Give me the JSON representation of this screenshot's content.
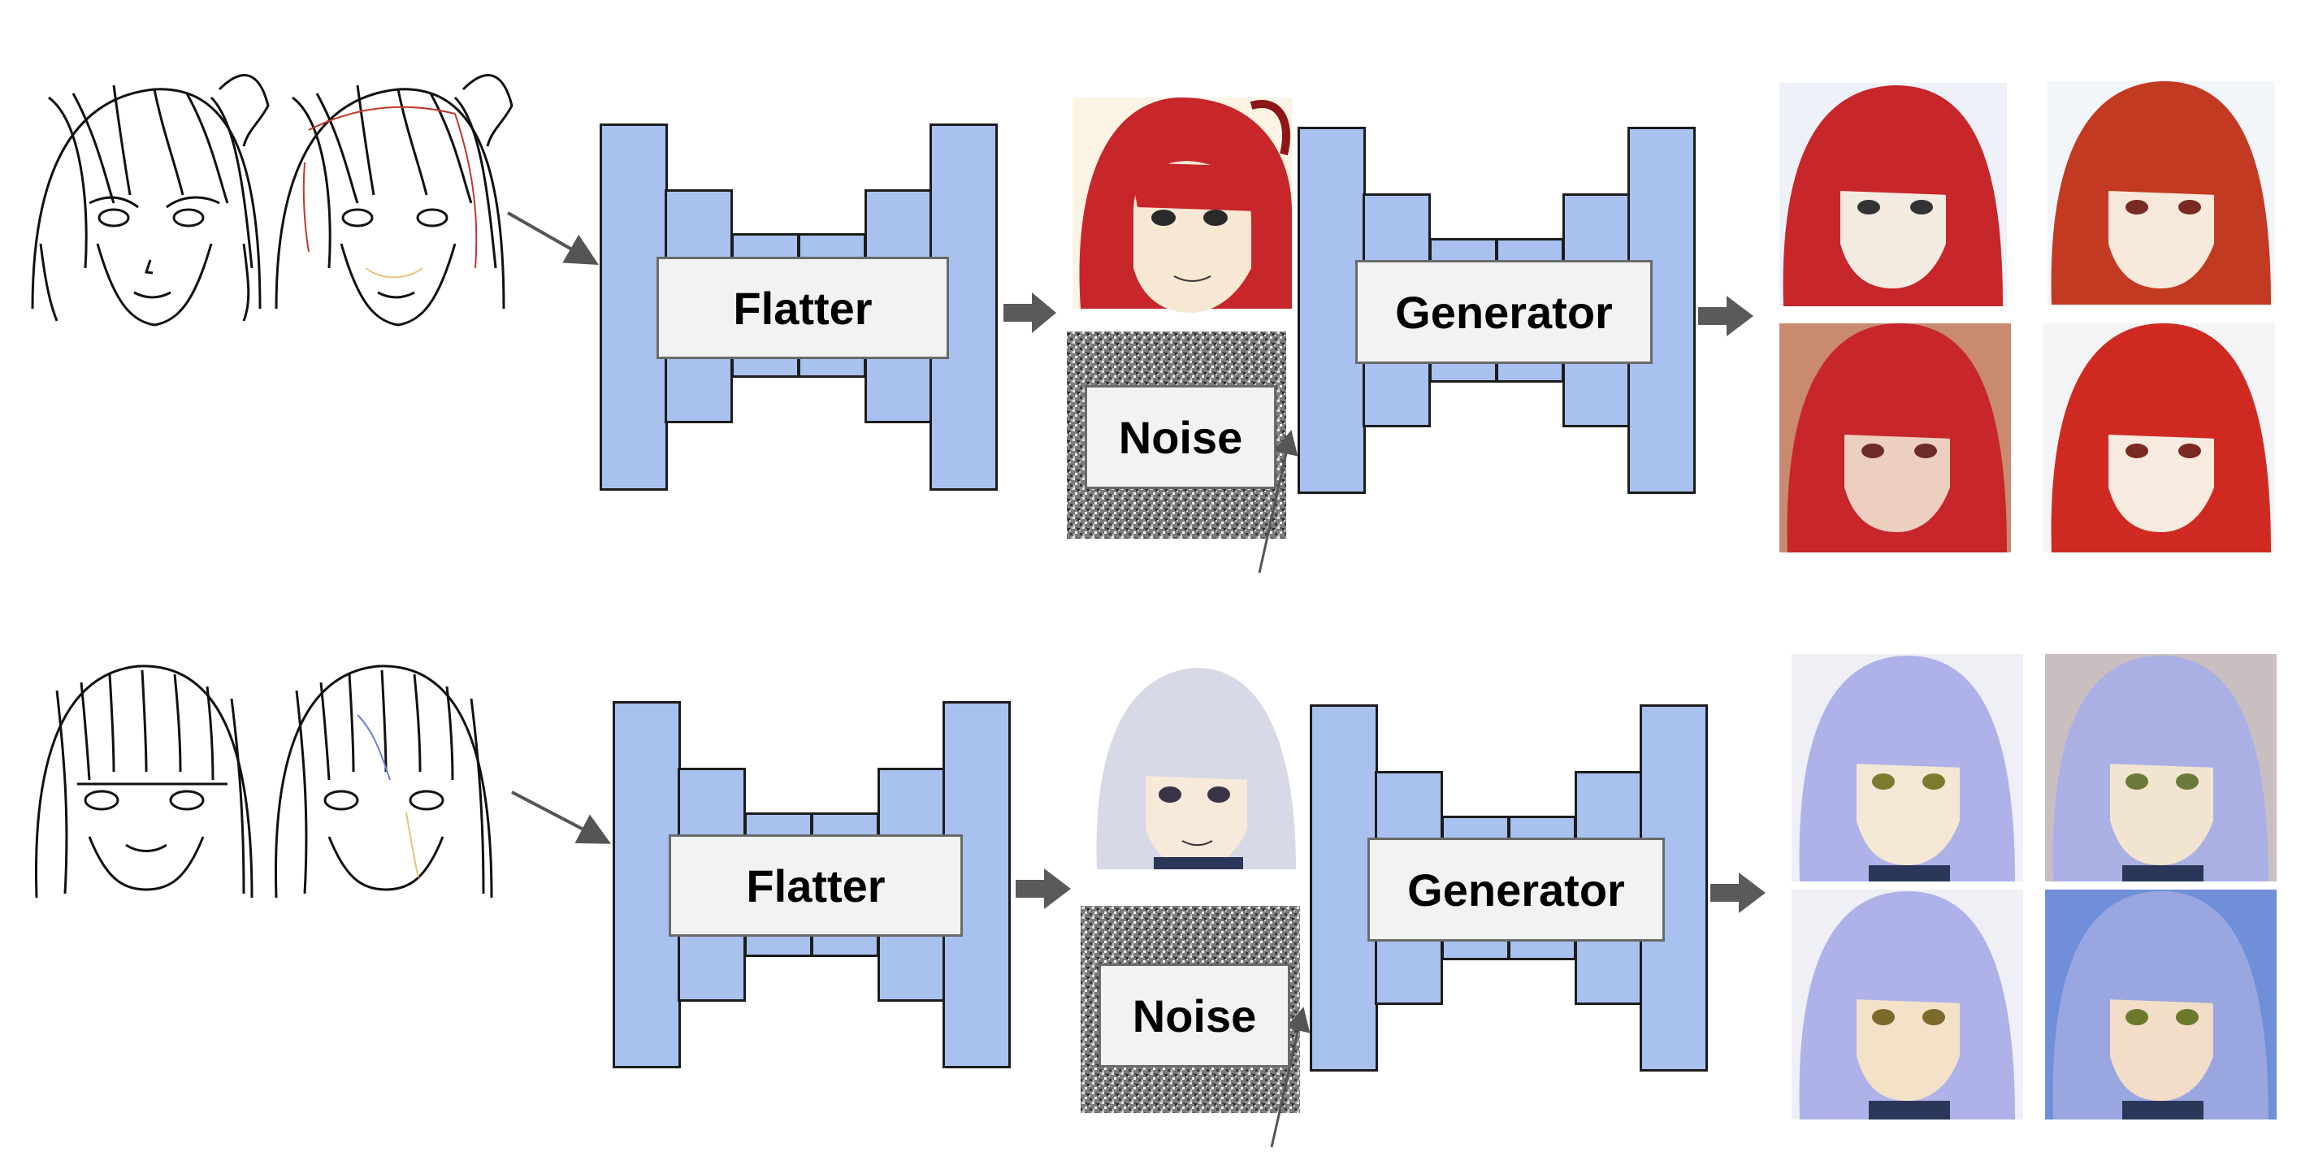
{
  "rows": [
    {
      "name": "row-red",
      "flatter_label": "Flatter",
      "generator_label": "Generator",
      "noise_label": "Noise",
      "palette": {
        "hair": "#c7262a",
        "hair_dark": "#8e1518",
        "skin": "#f7e8d4",
        "bg_a": "#e9eef6",
        "bg_b": "#c98a70"
      }
    },
    {
      "name": "row-lavender",
      "flatter_label": "Flatter",
      "generator_label": "Generator",
      "noise_label": "Noise",
      "palette": {
        "hair": "#aeb2e8",
        "hair_dark": "#6a6fb0",
        "skin": "#f6e9d6",
        "bg_a": "#eef0f6",
        "bg_b": "#6f8fd8"
      }
    }
  ],
  "colors": {
    "block_fill": "#a8c1ee",
    "label_fill": "#f2f2f2",
    "arrow": "#5a5a5a"
  }
}
